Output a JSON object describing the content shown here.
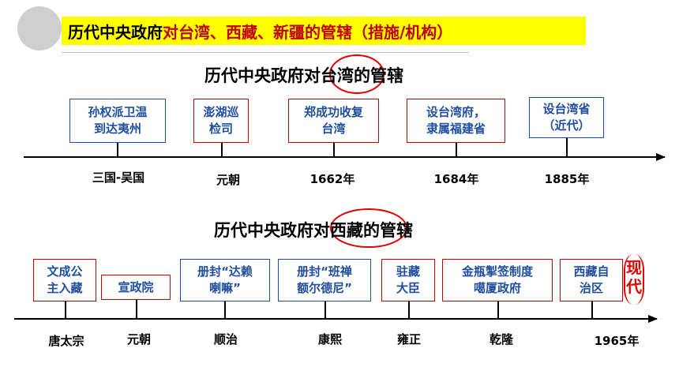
{
  "header": {
    "title_part1": "历代中央政府",
    "title_part2": "对台湾、西藏、新疆的管辖（措施/机构）"
  },
  "taiwan": {
    "title_pre": "历代中央政府对台",
    "title_circ": "湾",
    "title_post": "的管辖",
    "events": [
      {
        "text": "孙权派卫温\n到达夷州"
      },
      {
        "text": "澎湖巡\n检司"
      },
      {
        "text": "郑成功收复\n台湾"
      },
      {
        "text": "设台湾府，\n隶属福建省"
      },
      {
        "text": "设台湾省\n（近代）"
      }
    ],
    "labels": [
      "三国-吴国",
      "元朝",
      "1662年",
      "1684年",
      "1885年"
    ]
  },
  "tibet": {
    "title_pre": "历代中央政府",
    "title_circ": "对西藏",
    "title_post": "的管辖",
    "events": [
      {
        "text": "文成公\n主入藏"
      },
      {
        "text": "宣政院"
      },
      {
        "text": "册封“达赖\n喇嘛”"
      },
      {
        "text": "册封“班禅\n额尔德尼”"
      },
      {
        "text": "驻藏\n大臣"
      },
      {
        "text": "金瓶掣签制度\n噶厦政府"
      },
      {
        "text": "西藏自\n治区"
      }
    ],
    "labels": [
      "唐太宗",
      "元朝",
      "顺治",
      "康熙",
      "雍正",
      "乾隆",
      "1965年"
    ],
    "modern": "现代"
  },
  "colors": {
    "highlight": "#ffff00",
    "event_text": "#1f4e9e",
    "red_border": "#c00000",
    "accent_red": "#e00000"
  }
}
